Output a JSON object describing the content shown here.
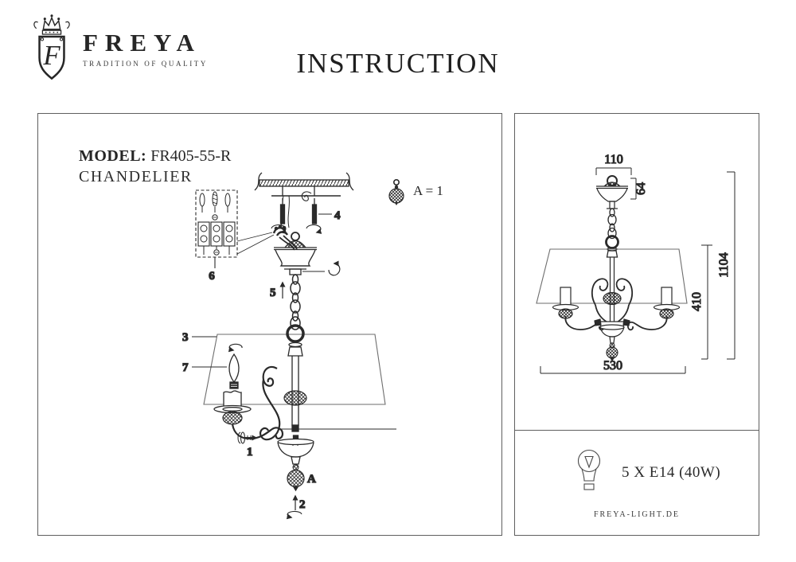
{
  "brand": {
    "monogram": "F",
    "name": "FREYA",
    "tagline": "TRADITION OF QUALITY"
  },
  "title": "INSTRUCTION",
  "left_panel": {
    "model_label": "MODEL:",
    "model_value": "FR405-55-R",
    "product_type": "CHANDELIER",
    "crystal_note": "A = 1",
    "part_labels": {
      "p1": "1",
      "p2": "2",
      "p3": "3",
      "p4": "4",
      "p5": "5",
      "p6": "6",
      "p7": "7",
      "pa": "A"
    }
  },
  "right_panel": {
    "dimensions": {
      "canopy_width": "110",
      "canopy_height": "64",
      "total_height": "1104",
      "shade_height": "410",
      "fixture_width": "530"
    },
    "bulb_spec": "5 X E14 (40W)",
    "website": "FREYA-LIGHT.DE"
  },
  "colors": {
    "ink": "#2a2a2a",
    "line_light": "#777777",
    "panel_border": "#5f5f5f"
  }
}
